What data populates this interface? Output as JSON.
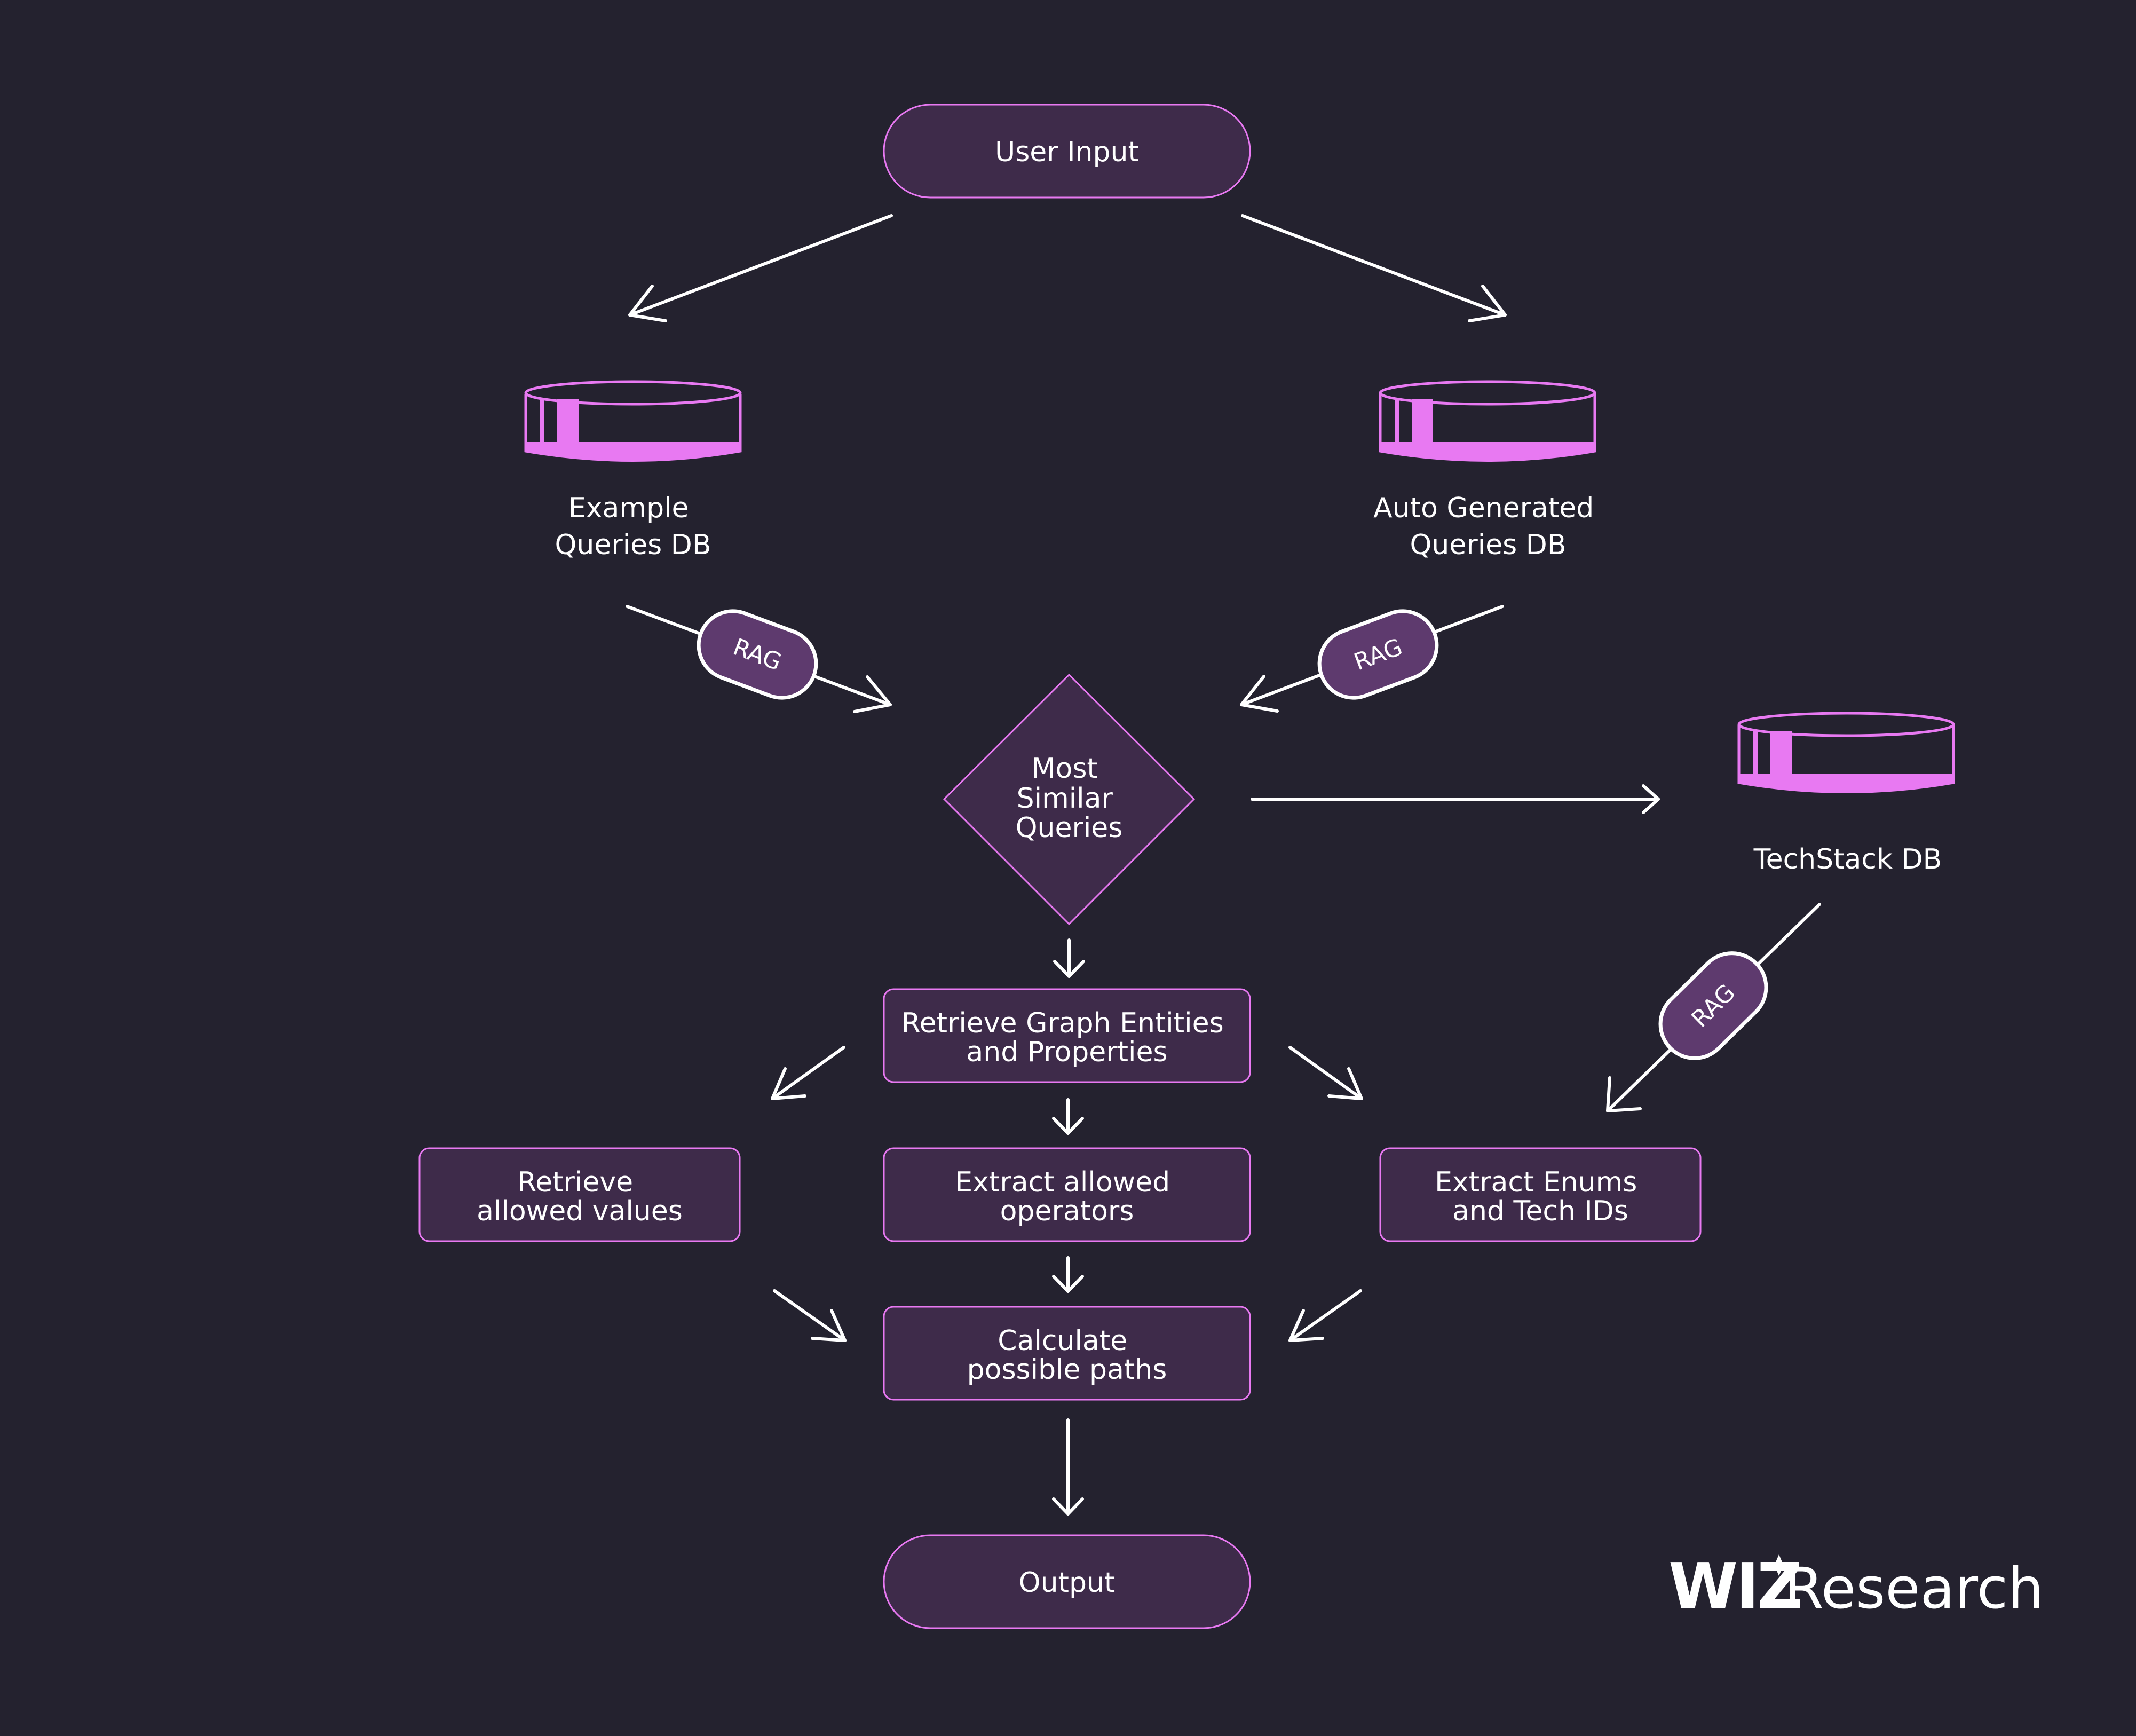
{
  "nodes": {
    "user_input": "User Input",
    "example_db": [
      "Example",
      "Queries DB"
    ],
    "auto_db": [
      "Auto Generated",
      "Queries DB"
    ],
    "most_similar": [
      "Most",
      "Similar",
      "Queries"
    ],
    "techstack_db": "TechStack DB",
    "retrieve_graph": [
      "Retrieve Graph Entities",
      "and Properties"
    ],
    "retrieve_values": [
      "Retrieve",
      "allowed values"
    ],
    "extract_operators": [
      "Extract allowed",
      "operators"
    ],
    "extract_enums": [
      "Extract Enums",
      "and Tech IDs"
    ],
    "calculate_paths": [
      "Calculate",
      "possible paths"
    ],
    "output": "Output"
  },
  "tags": {
    "rag_left": "RAG",
    "rag_right": "RAG",
    "rag_techstack": "RAG"
  },
  "brand": {
    "wiz": "WIZ",
    "research": "Research"
  },
  "colors": {
    "background": "#24222f",
    "node_fill": "#3e2b4a",
    "accent": "#e879f2",
    "tag_fill": "#5e3a6e"
  }
}
